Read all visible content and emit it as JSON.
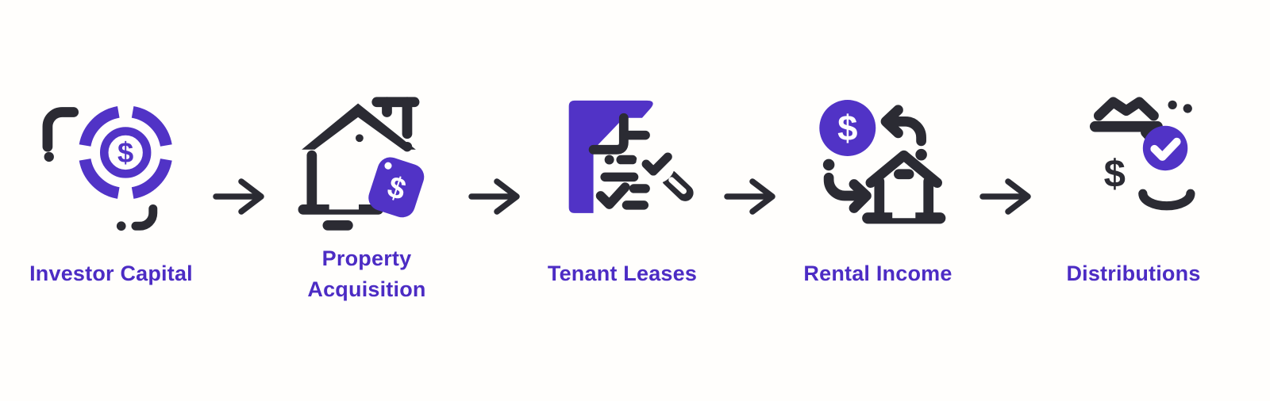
{
  "diagram": {
    "type": "horizontal-process-flow",
    "steps": [
      {
        "label": "Investor Capital",
        "icon": "coins-dollar-target-icon"
      },
      {
        "label": "Property Acquisition",
        "icon": "house-price-tag-icon"
      },
      {
        "label": "Tenant Leases",
        "icon": "lease-document-magnifier-icon"
      },
      {
        "label": "Rental Income",
        "icon": "dollar-house-exchange-icon"
      },
      {
        "label": "Distributions",
        "icon": "money-bag-check-icon"
      }
    ],
    "connector": {
      "type": "right-arrow",
      "glyph": "→"
    }
  },
  "glyphs": {
    "dollar": "$"
  },
  "colors": {
    "accent_purple": "#5133c6",
    "label_purple": "#4c2cc4",
    "icon_dark": "#2b2b33",
    "background": "#fffefc"
  }
}
